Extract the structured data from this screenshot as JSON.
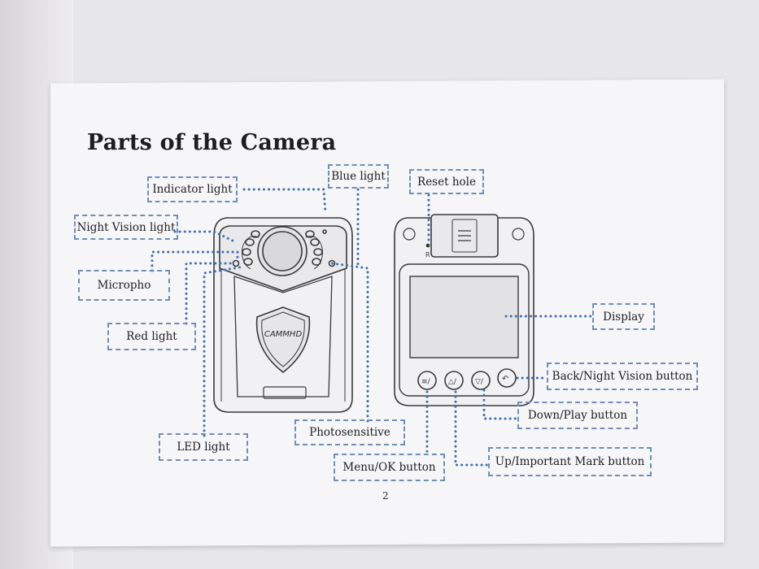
{
  "document": {
    "title": "Parts of the Camera",
    "page_number": "2"
  },
  "device": {
    "brand_logo_text": "CAMMHD"
  },
  "labels": {
    "indicator_light": "Indicator light",
    "blue_light": "Blue light",
    "reset_hole": "Reset hole",
    "night_vision_light": "Night Vision light",
    "micropho": "Micropho",
    "red_light": "Red light",
    "display": "Display",
    "back_night_vision_button": "Back/Night Vision button",
    "down_play_button": "Down/Play button",
    "led_light": "LED  light",
    "photosensitive": "Photosensitive",
    "menu_ok_button": "Menu/OK button",
    "up_important_mark_button": "Up/Important Mark button"
  },
  "colors": {
    "leader_dots": "#3e6fb0",
    "label_border": "#6e8fb8",
    "line_art": "#3a3a3e"
  }
}
